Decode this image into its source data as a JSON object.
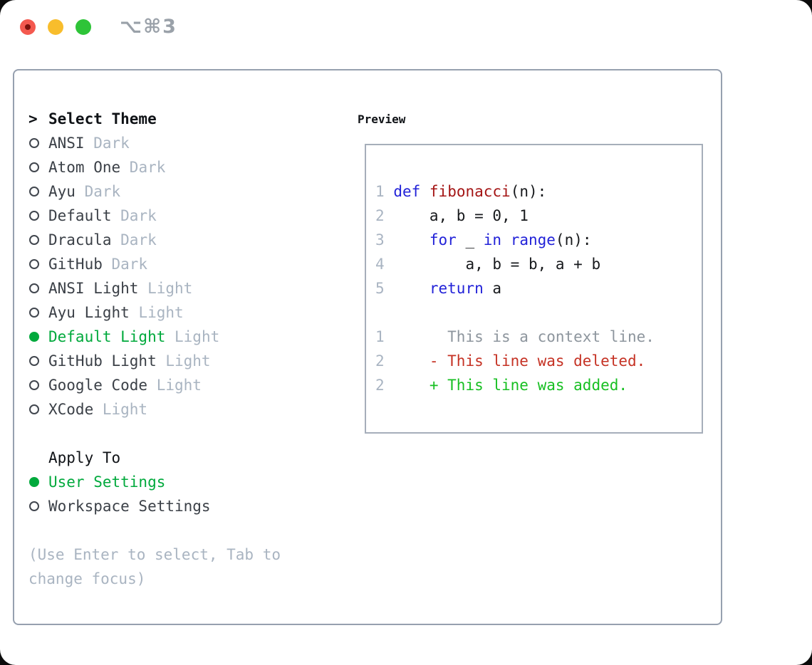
{
  "window": {
    "shortcut": "⌥⌘3"
  },
  "theme_list": {
    "header_prefix": ">",
    "title": "Select Theme",
    "items": [
      {
        "name": "ANSI",
        "tag": "Dark",
        "selected": false
      },
      {
        "name": "Atom One",
        "tag": "Dark",
        "selected": false
      },
      {
        "name": "Ayu",
        "tag": "Dark",
        "selected": false
      },
      {
        "name": "Default",
        "tag": "Dark",
        "selected": false
      },
      {
        "name": "Dracula",
        "tag": "Dark",
        "selected": false
      },
      {
        "name": "GitHub",
        "tag": "Dark",
        "selected": false
      },
      {
        "name": "ANSI Light",
        "tag": "Light",
        "selected": false
      },
      {
        "name": "Ayu Light",
        "tag": "Light",
        "selected": false
      },
      {
        "name": "Default Light",
        "tag": "Light",
        "selected": true
      },
      {
        "name": "GitHub Light",
        "tag": "Light",
        "selected": false
      },
      {
        "name": "Google Code",
        "tag": "Light",
        "selected": false
      },
      {
        "name": "XCode",
        "tag": "Light",
        "selected": false
      }
    ]
  },
  "apply_to": {
    "title": "Apply To",
    "options": [
      {
        "label": "User Settings",
        "selected": true
      },
      {
        "label": "Workspace Settings",
        "selected": false
      }
    ]
  },
  "help_text": "(Use Enter to select, Tab to change focus)",
  "preview": {
    "title": "Preview",
    "lines": [
      {
        "segments": [
          {
            "t": "1",
            "r": "num"
          },
          {
            "t": " ",
            "r": "plain"
          },
          {
            "t": "def",
            "r": "kw"
          },
          {
            "t": " ",
            "r": "plain"
          },
          {
            "t": "fibonacci",
            "r": "fn"
          },
          {
            "t": "(n):",
            "r": "plain"
          }
        ]
      },
      {
        "segments": [
          {
            "t": "2",
            "r": "num"
          },
          {
            "t": "     a, b = 0, 1",
            "r": "plain"
          }
        ]
      },
      {
        "segments": [
          {
            "t": "3",
            "r": "num"
          },
          {
            "t": "     ",
            "r": "plain"
          },
          {
            "t": "for",
            "r": "kw"
          },
          {
            "t": " _ ",
            "r": "plain"
          },
          {
            "t": "in",
            "r": "kw"
          },
          {
            "t": " ",
            "r": "plain"
          },
          {
            "t": "range",
            "r": "kw"
          },
          {
            "t": "(n):",
            "r": "plain"
          }
        ]
      },
      {
        "segments": [
          {
            "t": "4",
            "r": "num"
          },
          {
            "t": "         a, b = b, a + b",
            "r": "plain"
          }
        ]
      },
      {
        "segments": [
          {
            "t": "5",
            "r": "num"
          },
          {
            "t": "     ",
            "r": "plain"
          },
          {
            "t": "return",
            "r": "kw"
          },
          {
            "t": " a",
            "r": "plain"
          }
        ]
      },
      {
        "segments": []
      },
      {
        "segments": [
          {
            "t": "1",
            "r": "num"
          },
          {
            "t": "       This is a context line.",
            "r": "ctx"
          }
        ]
      },
      {
        "segments": [
          {
            "t": "2",
            "r": "num"
          },
          {
            "t": "     - This line was deleted.",
            "r": "del"
          }
        ]
      },
      {
        "segments": [
          {
            "t": "2",
            "r": "num"
          },
          {
            "t": "     + This line was added.",
            "r": "add"
          }
        ]
      }
    ]
  },
  "colors": {
    "heading_black": "#0f1216",
    "text_dark": "#3b4047",
    "muted_gray": "#a9b4c1",
    "select_green": "#00a93c",
    "keyword_blue": "#2222d8",
    "function_red": "#a41515",
    "diff_red": "#c53224",
    "diff_green": "#17bf22",
    "context_gray": "#8d959d",
    "linenum_gray": "#a9b4c2",
    "code_plain": "#17191c",
    "panel_border": "#96a0af",
    "preview_border": "#a6aeba",
    "traffic_red": "#f4594f",
    "traffic_red_dot": "#7c120c",
    "traffic_yellow": "#f8bd2c",
    "traffic_green": "#2ec438",
    "shortcut_gray": "#9aa1a9"
  }
}
